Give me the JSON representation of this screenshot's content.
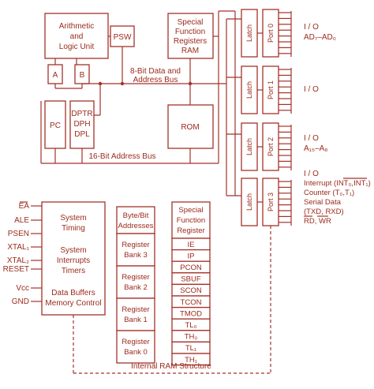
{
  "blocks": {
    "alu": [
      "Arithmetic",
      "and",
      "Logic Unit"
    ],
    "psw": "PSW",
    "sfr_ram": [
      "Special",
      "Function",
      "Registers",
      "RAM"
    ],
    "reg_a": "A",
    "reg_b": "B",
    "pc": "PC",
    "dptr": [
      "DPTR",
      "DPH",
      "DPL"
    ],
    "rom": "ROM",
    "system": [
      "System",
      "Timing",
      "System",
      "Interrupts",
      "Timers",
      "Data Buffers",
      "Memory Control"
    ]
  },
  "buses": {
    "data_bus": [
      "8-Bit Data and",
      "Address Bus"
    ],
    "address_bus": "16-Bit Address Bus"
  },
  "latch_label": "Latch",
  "ports": [
    {
      "name": "Port 0",
      "io": [
        "I / O",
        "AD₇–AD₀"
      ]
    },
    {
      "name": "Port 1",
      "io": [
        "I / O"
      ]
    },
    {
      "name": "Port 2",
      "io": [
        "I / O",
        "A₁₅–A₈"
      ]
    },
    {
      "name": "Port 3",
      "io": [
        "I / O",
        "Interrupt (INT₀,INT₁)",
        "Counter (T₀,T₁)",
        "Serial Data",
        "(TXD, RXD)",
        "RD, WR"
      ]
    }
  ],
  "pins": [
    "EA",
    "ALE",
    "PSEN",
    "XTAL₁",
    "XTAL₂",
    "RESET",
    "Vcc",
    "GND"
  ],
  "register_banks": {
    "header": [
      "Byte/Bit",
      "Addresses"
    ],
    "banks": [
      [
        "Register",
        "Bank 3"
      ],
      [
        "Register",
        "Bank 2"
      ],
      [
        "Register",
        "Bank 1"
      ],
      [
        "Register",
        "Bank 0"
      ]
    ]
  },
  "sfr_table": {
    "header": [
      "Special",
      "Function",
      "Register"
    ],
    "registers": [
      "IE",
      "IP",
      "PCON",
      "SBUF",
      "SCON",
      "TCON",
      "TMOD",
      "TL₀",
      "TH₀",
      "TL₁",
      "TH₁"
    ]
  },
  "internal_ram_label": "Internal RAM Structure"
}
